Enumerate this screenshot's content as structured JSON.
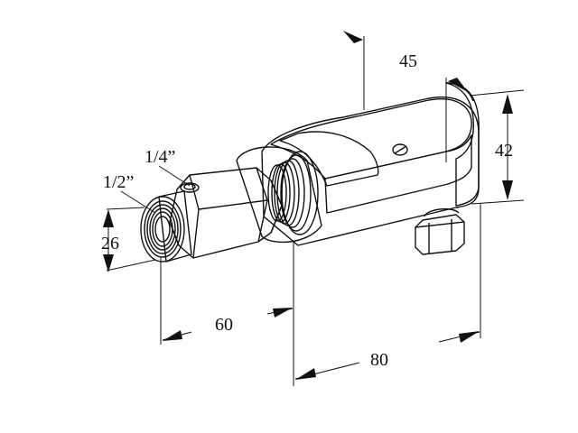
{
  "diagram": {
    "labels": {
      "dim_45": "45",
      "dim_42": "42",
      "thread_quarter": "1/4”",
      "thread_half": "1/2”",
      "dim_26": "26",
      "dim_60": "60",
      "dim_80": "80"
    },
    "colors": {
      "ink": "#111111",
      "body_light": "#f2f2f2",
      "body_mid": "#cfcfcf",
      "body_dark": "#8a8a8a",
      "ring_dark": "#6f6f6f"
    }
  }
}
